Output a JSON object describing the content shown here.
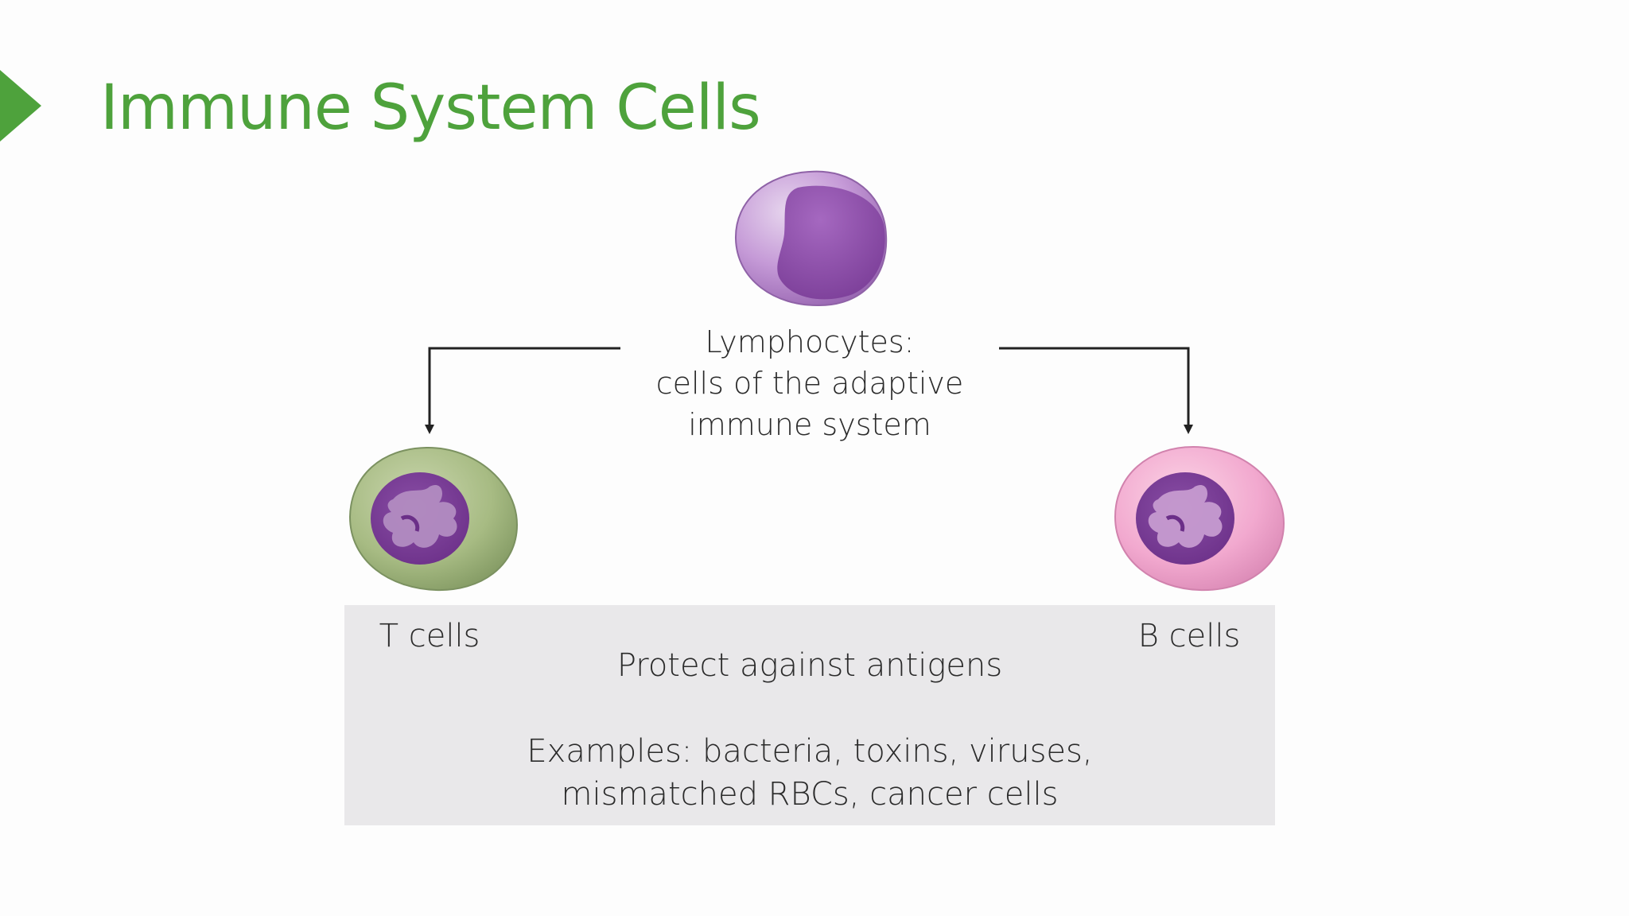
{
  "slide": {
    "title": "Immune System Cells",
    "accent_color": "#4ea23c"
  },
  "diagram": {
    "root": {
      "name": "Lymphocytes",
      "label_lines": [
        "Lymphocytes:",
        "cells of the adaptive",
        "immune system"
      ],
      "cell_color": "#9b59b6"
    },
    "children": [
      {
        "label": "T cells",
        "cell_color": "#9fb57a"
      },
      {
        "label": "B cells",
        "cell_color": "#f2a8cf"
      }
    ],
    "info_box": {
      "heading": "Protect against antigens",
      "examples_lines": [
        "Examples: bacteria, toxins, viruses,",
        "mismatched RBCs, cancer cells"
      ],
      "background": "#e9e8ea"
    }
  }
}
